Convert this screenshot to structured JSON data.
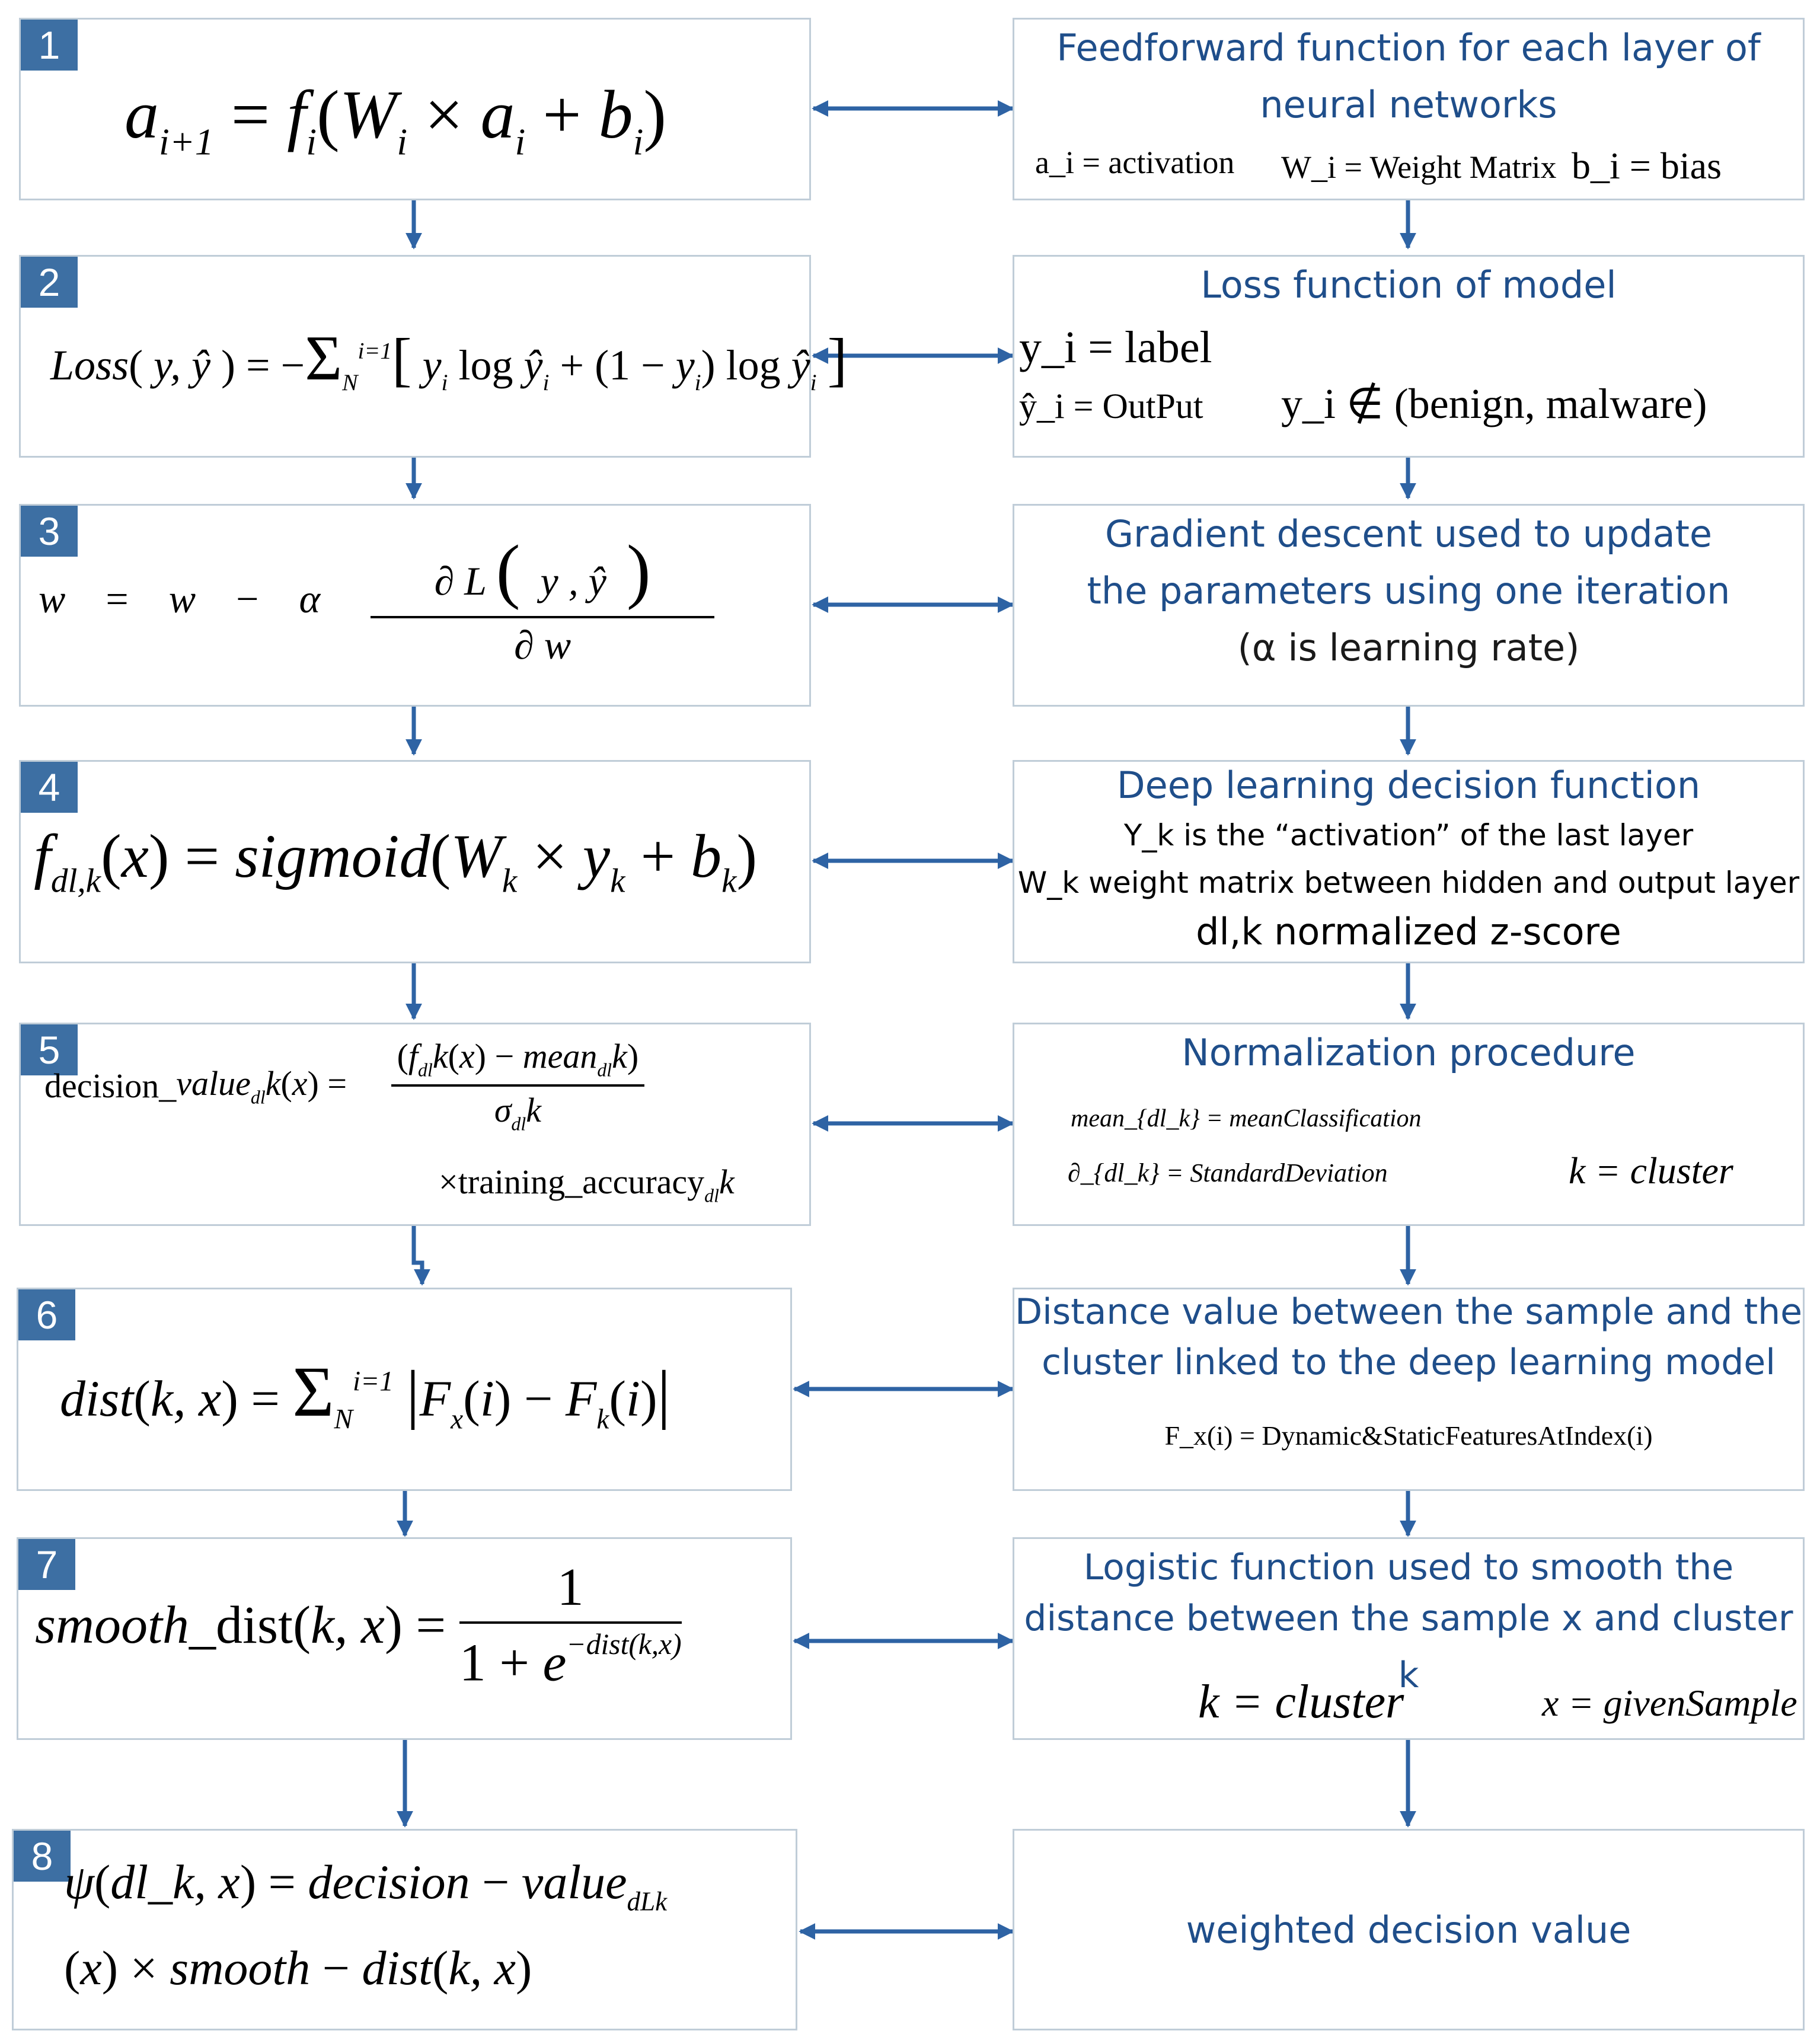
{
  "colors": {
    "box_border": "#c0cdd8",
    "number_badge": "#3d6fa3",
    "title_text": "#1f4e8a",
    "arrow": "#2e63a4"
  },
  "steps": [
    {
      "number": "1",
      "formula": "a_{i+1} = f_i ( W_i × a_i + b_i )",
      "title_lines": [
        "Feedforward function for each layer of",
        "neural networks"
      ],
      "notes": [
        "a_i = activation",
        "W_i = Weight Matrix",
        "b_i = bias"
      ]
    },
    {
      "number": "2",
      "formula": "Loss(y, ŷ) = −Σ_{N}^{i=1} [ y_i log ŷ_i + (1 − y_i) log ŷ_i ]",
      "title_lines": [
        "Loss function of model"
      ],
      "notes": [
        "y_i = label",
        "ŷ_i = OutPut",
        "y_i ∉ (benign, malware)"
      ]
    },
    {
      "number": "3",
      "formula": "w = w − α ∂L(y, ŷ) / ∂w",
      "title_lines": [
        "Gradient descent used to update",
        "the parameters using one iteration",
        "(α is learning rate)"
      ],
      "notes": []
    },
    {
      "number": "4",
      "formula": "f_{dl,k}(x) = sigmoid( W_k × y_k + b_k )",
      "title_lines": [
        "Deep learning decision function"
      ],
      "notes": [
        "Y_k is the “activation” of the last layer",
        "W_k weight matrix between hidden and output layer",
        "dl,k normalized z-score"
      ]
    },
    {
      "number": "5",
      "formula": "decision_value_{dl}k(x) = (f_{dl}k(x) − mean_{dl}k) / σ_{dl}k × training_accuracy_{dl}k",
      "title_lines": [
        "Normalization procedure"
      ],
      "notes": [
        "mean_{dl_k} = meanClassification",
        "∂_{dl_k} = StandardDeviation",
        "k = cluster"
      ]
    },
    {
      "number": "6",
      "formula": "dist(k, x) = Σ_{N}^{i=1} | F_x(i) − F_k(i) |",
      "title_lines": [
        "Distance value between the sample and the",
        "cluster linked to the deep learning model"
      ],
      "notes": [
        "F_x(i) = Dynamic&StaticFeaturesAtIndex(i)"
      ]
    },
    {
      "number": "7",
      "formula": "smooth_dist(k, x) = 1 / (1 + e^{−dist(k,x)})",
      "title_lines": [
        "Logistic function used to smooth the",
        "distance between the sample x and cluster k"
      ],
      "notes": [
        "k = cluster",
        "x = givenSample"
      ]
    },
    {
      "number": "8",
      "formula": "ψ(dl_k, x) = decision − value_{dLk}(x) × smooth − dist(k, x)",
      "title_lines": [
        "weighted decision value"
      ],
      "notes": []
    }
  ]
}
